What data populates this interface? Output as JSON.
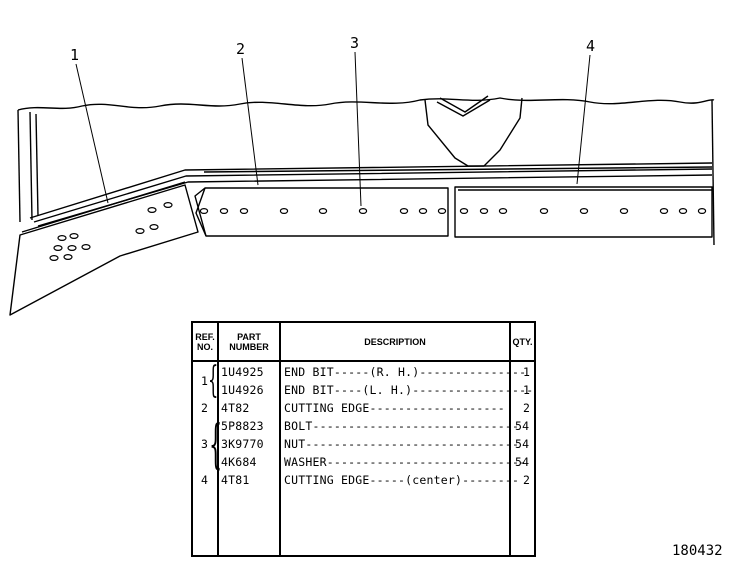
{
  "callouts": {
    "c1": "1",
    "c2": "2",
    "c3": "3",
    "c4": "4"
  },
  "table": {
    "headers": {
      "ref": "REF. NO.",
      "part": "PART NUMBER",
      "desc": "DESCRIPTION",
      "qty": "QTY."
    },
    "rows": [
      {
        "ref": "",
        "part": "1U4925",
        "desc": "END BIT-----(R. H.)---------------",
        "qty": "1"
      },
      {
        "ref": "",
        "part": "1U4926",
        "desc": "END BIT----(L. H.)-----------------",
        "qty": "1"
      },
      {
        "ref": "2",
        "part": "4T82",
        "desc": "CUTTING EDGE-------------------",
        "qty": "2"
      },
      {
        "ref": "",
        "part": "5P8823",
        "desc": "BOLT-----------------------------",
        "qty": "54"
      },
      {
        "ref": "",
        "part": "3K9770",
        "desc": "NUT------------------------------",
        "qty": "54"
      },
      {
        "ref": "",
        "part": "4K684",
        "desc": "WASHER----------------------------",
        "qty": "54"
      },
      {
        "ref": "4",
        "part": "4T81",
        "desc": "CUTTING EDGE-----(center)--------",
        "qty": "2"
      }
    ],
    "group_refs": {
      "g1": "1",
      "g3": "3"
    }
  },
  "drawing_number": "180432"
}
